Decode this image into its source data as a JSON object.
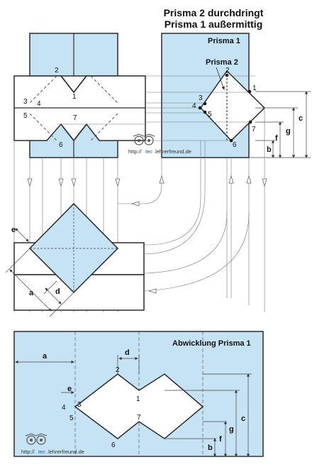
{
  "title": {
    "line1": "Prisma 2 durchdringt",
    "line2": "Prisma 1 außermittig"
  },
  "labels": {
    "prism1": "Prisma 1",
    "prism2": "Prisma 2",
    "development": "Abwicklung Prisma 1"
  },
  "points": [
    "1",
    "2",
    "3",
    "4",
    "5",
    "6",
    "7"
  ],
  "dimensions": [
    "a",
    "b",
    "c",
    "d",
    "e",
    "f",
    "g"
  ],
  "watermark": {
    "prefix": "http://",
    "highlight": "tec",
    "domain": ".lehrerfreund.de"
  },
  "colors": {
    "fill": "#c6e2f5",
    "line": "#2b2b2b",
    "construction": "#666666"
  }
}
